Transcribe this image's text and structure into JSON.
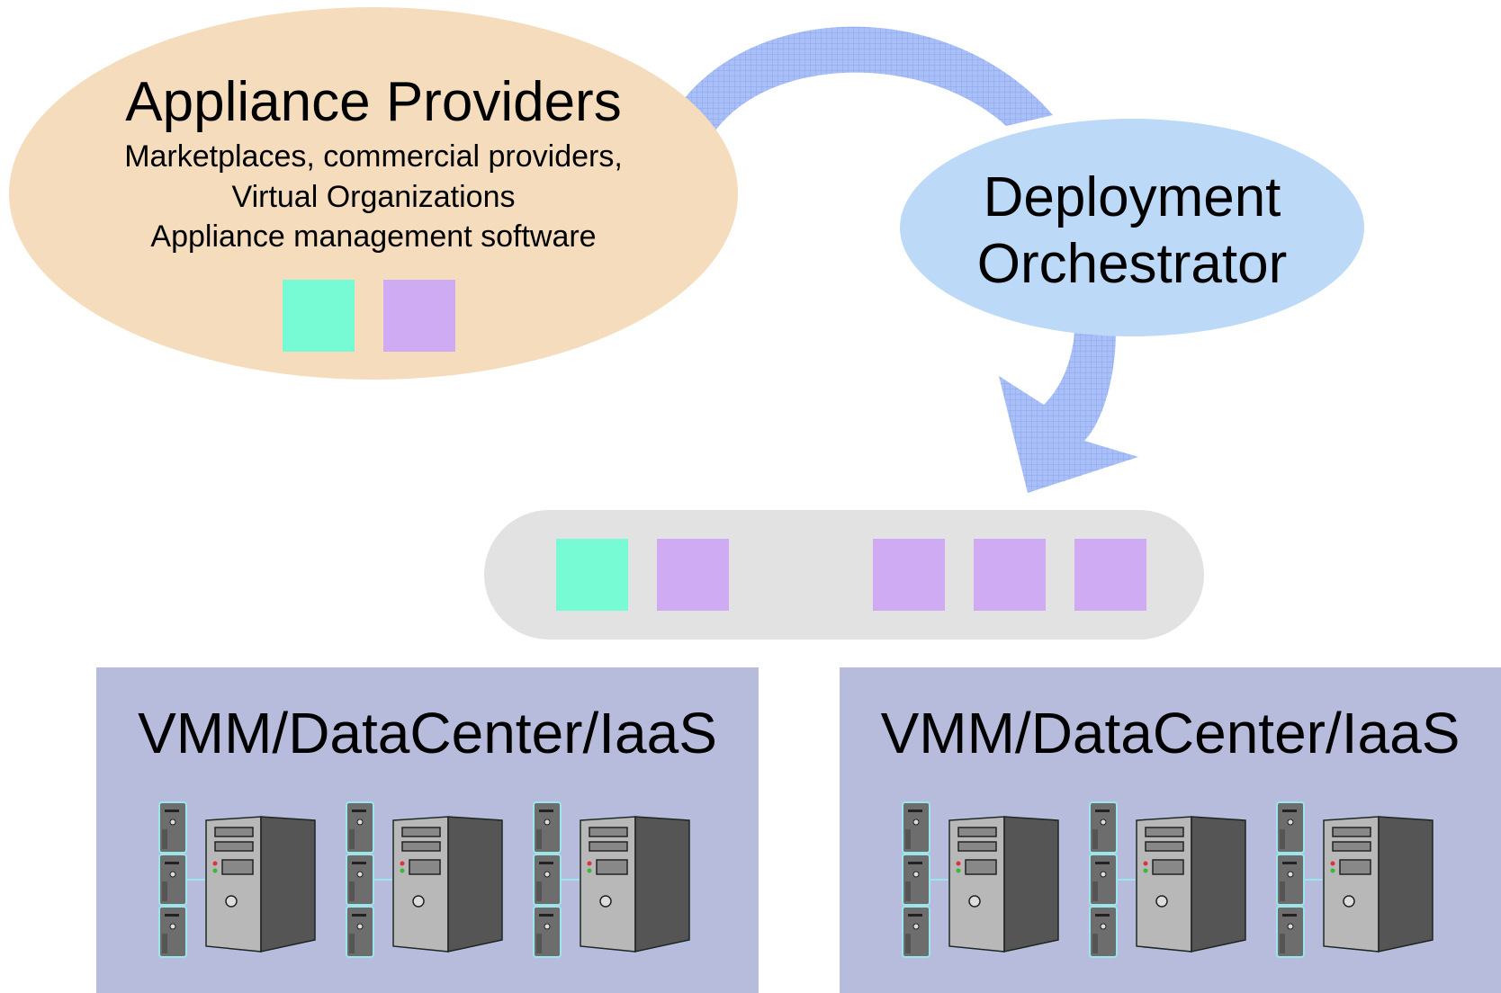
{
  "providers": {
    "title": "Appliance Providers",
    "lines": [
      "Marketplaces, commercial providers,",
      "Virtual Organizations",
      "Appliance management software"
    ],
    "appliances": [
      {
        "color": "#76fbd4",
        "kind": "appliance-a"
      },
      {
        "color": "#cfabf3",
        "kind": "appliance-b"
      }
    ]
  },
  "orchestrator": {
    "lines": [
      "Deployment",
      "Orchestrator"
    ]
  },
  "pool": {
    "appliances": [
      {
        "color": "#76fbd4",
        "kind": "appliance-a"
      },
      {
        "color": "#cfabf3",
        "kind": "appliance-b"
      },
      {
        "color": "#cfabf3",
        "kind": "appliance-b"
      },
      {
        "color": "#cfabf3",
        "kind": "appliance-b"
      },
      {
        "color": "#cfabf3",
        "kind": "appliance-b"
      }
    ]
  },
  "datacenters": [
    {
      "label": "VMM/DataCenter/IaaS",
      "server_count": 3
    },
    {
      "label": "VMM/DataCenter/IaaS",
      "server_count": 3
    }
  ],
  "colors": {
    "providers_fill": "#f5dcbd",
    "orchestrator_fill": "#bcd9f7",
    "pool_fill": "#e2e2e2",
    "datacenter_fill": "#b7bcdc",
    "arrow_fill": "#a9bff7",
    "arrow_hatch": "#8da6ee"
  },
  "icons": [
    "curved-arrow-icon",
    "server-rack-icon",
    "tower-server-icon"
  ]
}
